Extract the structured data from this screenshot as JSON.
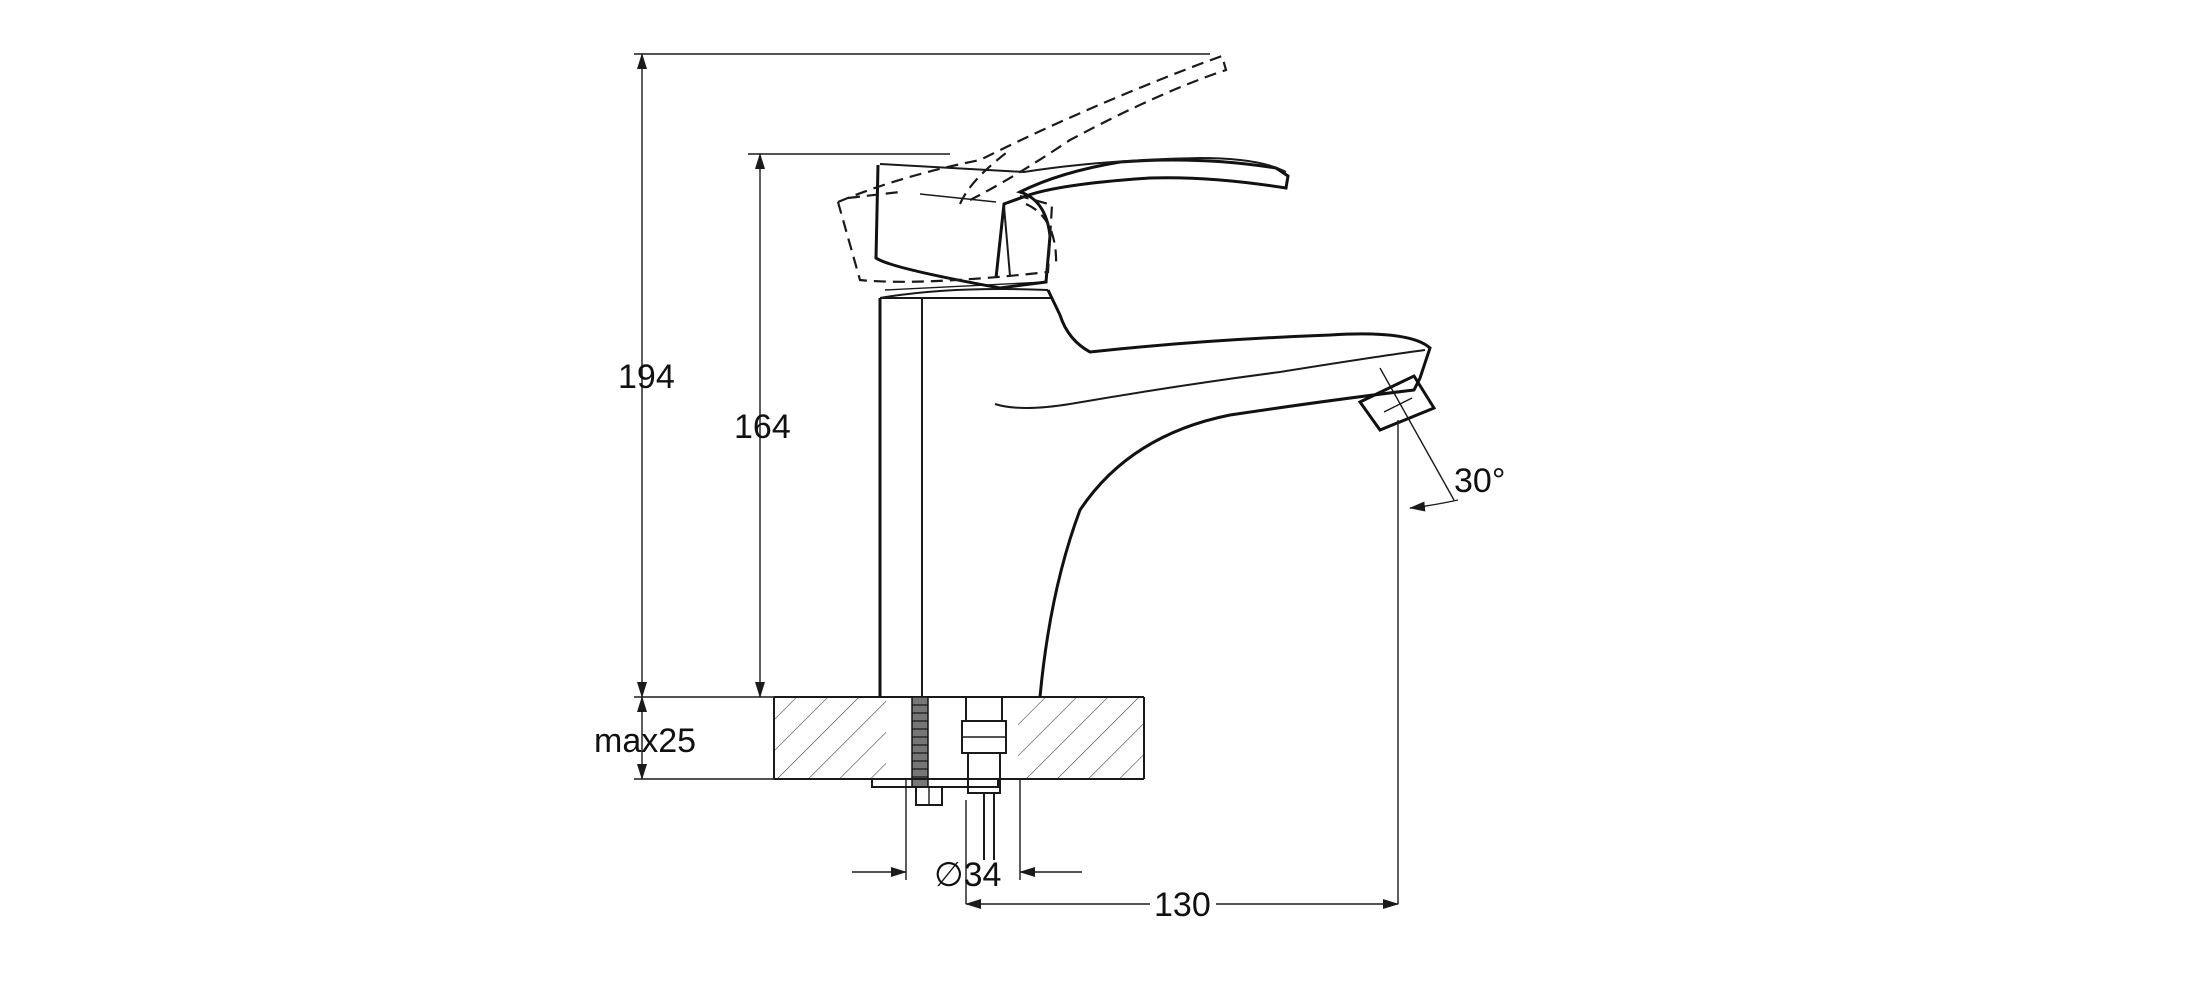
{
  "dimensions": {
    "total_height": "194",
    "body_height": "164",
    "counter_thickness": "max25",
    "spout_reach": "130",
    "hole_diameter": "∅34",
    "spout_angle": "30°"
  },
  "colors": {
    "line": "#1a1a1a",
    "background": "#ffffff",
    "hatch": "#444444"
  }
}
